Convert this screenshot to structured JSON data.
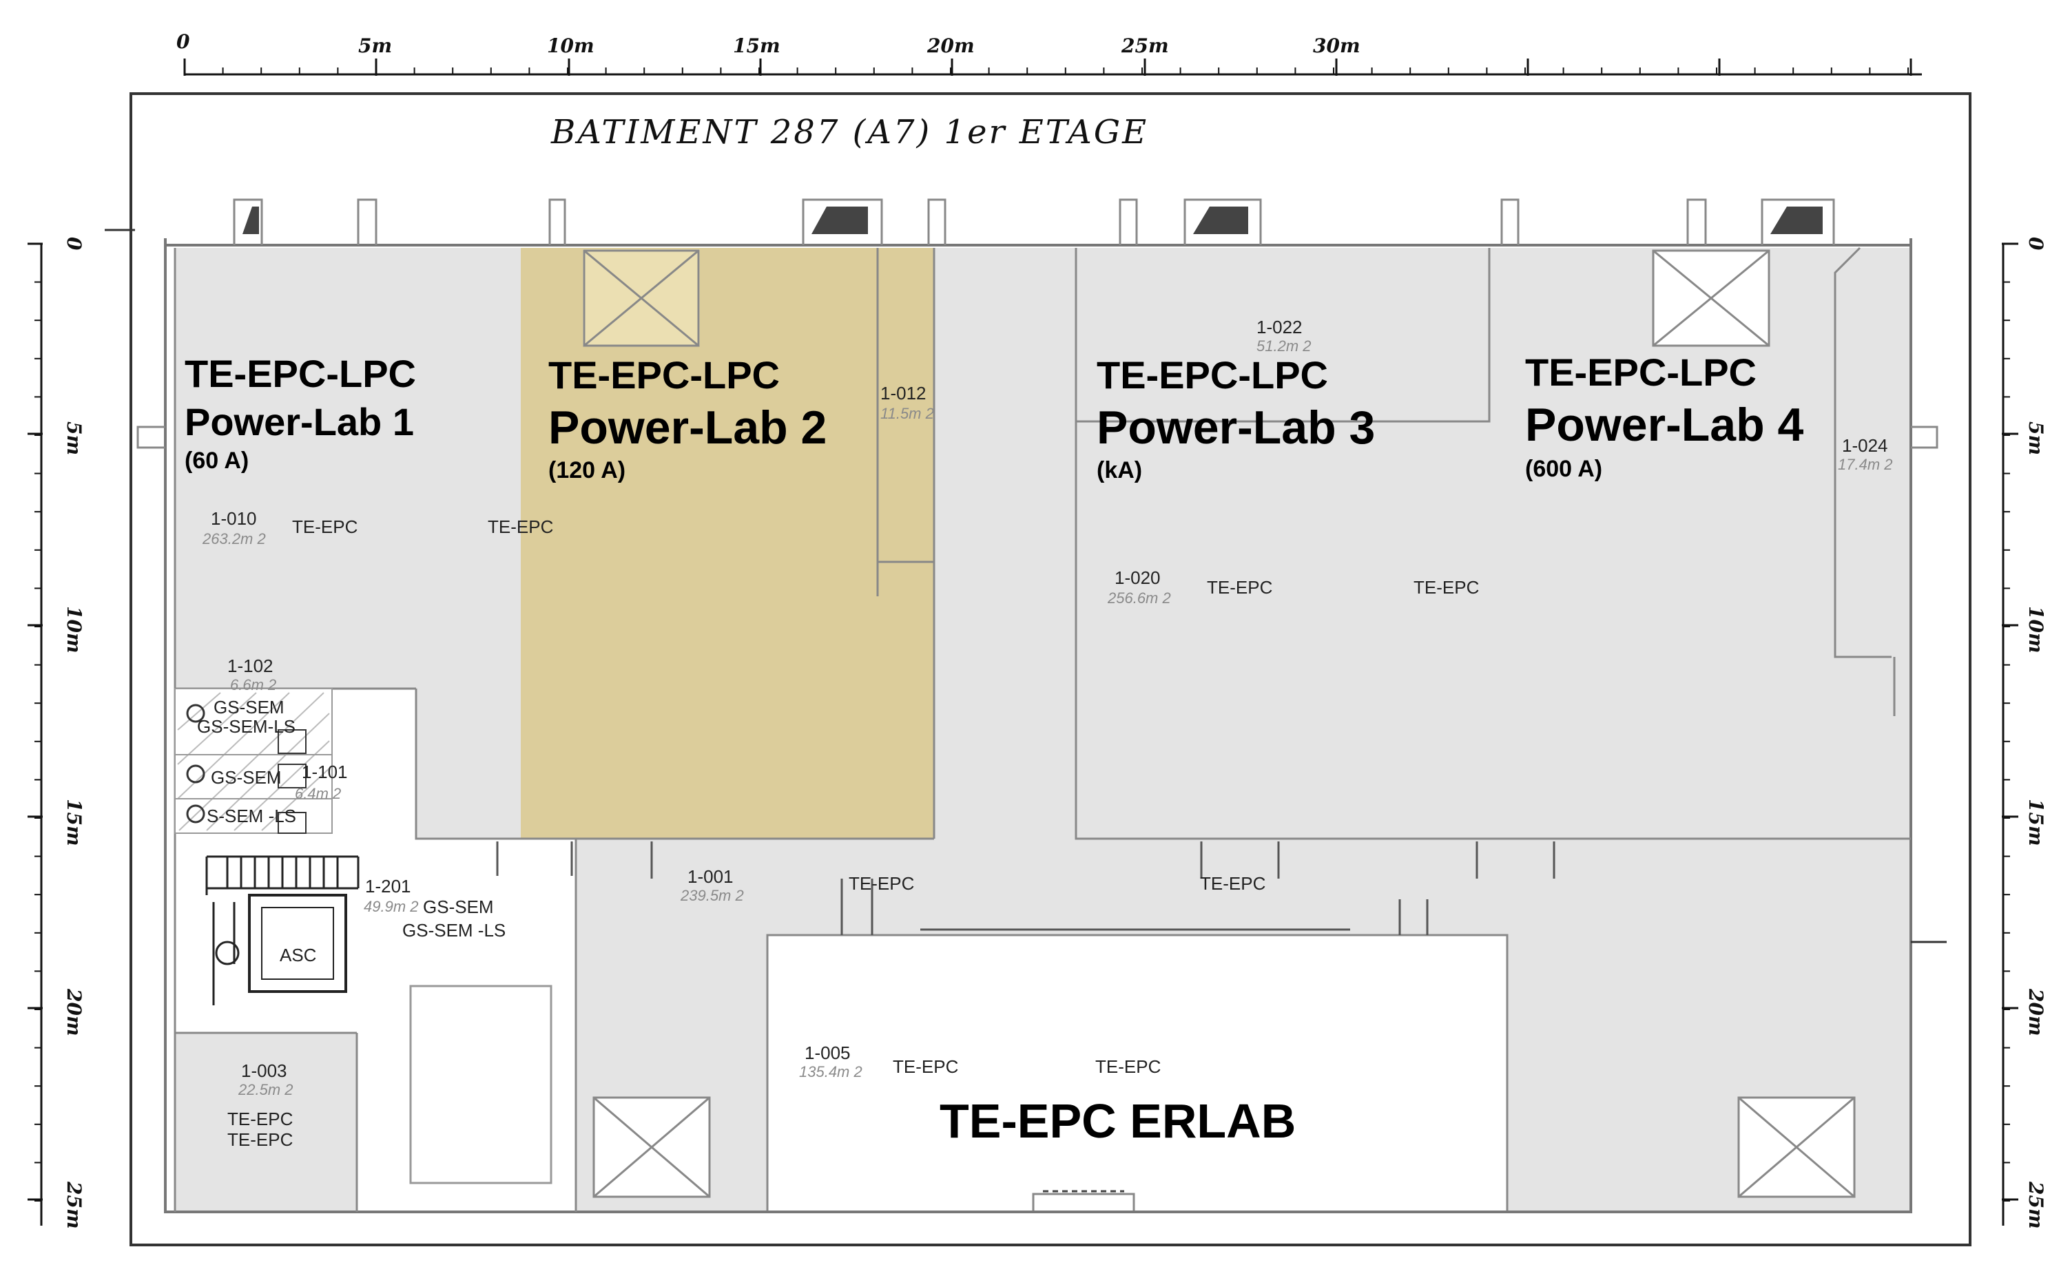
{
  "title": "BATIMENT 287   (A7) 1er ETAGE",
  "scale": {
    "top_ticks": [
      "0",
      "5m",
      "10m",
      "15m",
      "20m",
      "25m",
      "30m"
    ],
    "side_ticks": [
      "0",
      "5m",
      "10m",
      "15m",
      "20m",
      "25m"
    ]
  },
  "colors": {
    "room_grey": "#e4e4e4",
    "lab2_highlight": "#dccd9b",
    "wall": "#777777",
    "frame": "#333333"
  },
  "labs": [
    {
      "group": "TE-EPC-LPC",
      "name": "Power-Lab 1",
      "rating": "(60 A)"
    },
    {
      "group": "TE-EPC-LPC",
      "name": "Power-Lab 2",
      "rating": "(120 A)"
    },
    {
      "group": "TE-EPC-LPC",
      "name": "Power-Lab 3",
      "rating": "(kA)"
    },
    {
      "group": "TE-EPC-LPC",
      "name": "Power-Lab 4",
      "rating": "(600 A)"
    }
  ],
  "erlab": "TE-EPC ERLAB",
  "rooms": {
    "r1010": {
      "no": "1-010",
      "area": "263.2m 2"
    },
    "r1012": {
      "no": "1-012",
      "area": "11.5m 2"
    },
    "r1022": {
      "no": "1-022",
      "area": "51.2m 2"
    },
    "r1024": {
      "no": "1-024",
      "area": "17.4m 2"
    },
    "r1020": {
      "no": "1-020",
      "area": "256.6m 2"
    },
    "r1102": {
      "no": "1-102",
      "area": "6.6m 2"
    },
    "r1101": {
      "no": "1-101",
      "area": "6.4m 2"
    },
    "r1201": {
      "no": "1-201",
      "area": "49.9m 2"
    },
    "r1001": {
      "no": "1-001",
      "area": "239.5m 2"
    },
    "r1003": {
      "no": "1-003",
      "area": "22.5m 2"
    },
    "r1005": {
      "no": "1-005",
      "area": "135.4m 2"
    }
  },
  "occupants": {
    "te_epc": "TE-EPC",
    "gs_sem": "GS-SEM",
    "gs_sem_ls": "GS-SEM -LS",
    "gs_sem_ls_b": "GS-SEM-LS",
    "gs_sem_ls_c": "GS-SEM -LS",
    "gs_sem_part": "GS-SEM",
    "gs_sem_part2": "S-SEM -LS",
    "asc": "ASC"
  }
}
